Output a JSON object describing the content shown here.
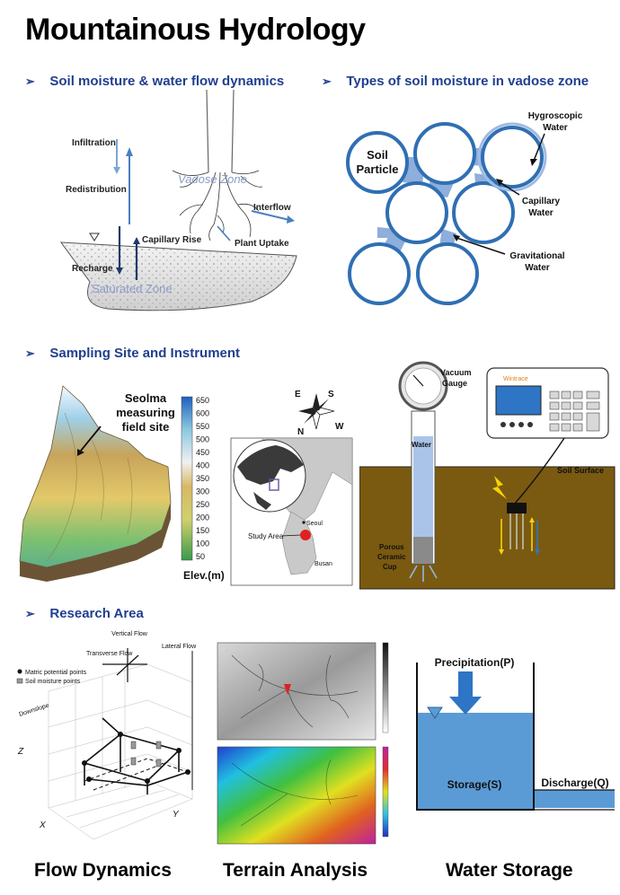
{
  "page": {
    "title": "Mountainous Hydrology",
    "section_arrow": "➢"
  },
  "sections": {
    "soil_flow": "Soil moisture & water flow dynamics",
    "soil_types": "Types of soil moisture in vadose zone",
    "sampling": "Sampling Site and Instrument",
    "research": "Research Area"
  },
  "soil_flow_diagram": {
    "infiltration": "Infiltration",
    "redistribution": "Redistribution",
    "vadose_zone": "Vadose Zone",
    "interflow": "Interflow",
    "capillary_rise": "Capillary Rise",
    "plant_uptake": "Plant Uptake",
    "recharge": "Recharge",
    "saturated_zone": "Saturated Zone"
  },
  "soil_types_diagram": {
    "soil_particle_line1": "Soil",
    "soil_particle_line2": "Particle",
    "hygroscopic_line1": "Hygroscopic",
    "hygroscopic_line2": "Water",
    "capillary_line1": "Capillary",
    "capillary_line2": "Water",
    "gravitational_line1": "Gravitational",
    "gravitational_line2": "Water"
  },
  "site_map": {
    "site_label_line1": "Seolma",
    "site_label_line2": "measuring",
    "site_label_line3": "field site",
    "elev_label": "Elev.(m)",
    "elev_ticks": [
      "650",
      "600",
      "550",
      "500",
      "450",
      "400",
      "350",
      "300",
      "250",
      "200",
      "150",
      "100",
      "50"
    ],
    "compass": [
      "E",
      "S",
      "N",
      "W"
    ],
    "study_area": "Study Area",
    "seoul": "Seoul",
    "busan": "Busan"
  },
  "instrument": {
    "vacuum_gauge_line1": "Vacuum",
    "vacuum_gauge_line2": "Gauge",
    "water": "Water",
    "porous_line1": "Porous",
    "porous_line2": "Ceramic",
    "porous_line3": "Cup",
    "soil_surface": "Soil Surface",
    "logger_brand": "Wintrace"
  },
  "flow_3d": {
    "legend_matric": "Matric potential points",
    "legend_soil": "Soil moisture points",
    "vertical_flow": "Vertical Flow",
    "transverse_flow": "Transverse Flow",
    "lateral_flow": "Lateral Flow",
    "downslope": "Downslope",
    "z_axis": "Z",
    "x_axis": "X",
    "y_axis": "Y"
  },
  "water_storage": {
    "precipitation": "Precipitation(P)",
    "storage": "Storage(S)",
    "discharge": "Discharge(Q)"
  },
  "bottom_labels": {
    "flow": "Flow Dynamics",
    "terrain": "Terrain Analysis",
    "storage": "Water Storage"
  },
  "colors": {
    "heading_blue": "#1f3f8f",
    "circle_blue": "#2f6fb3",
    "water_blue": "#8eaedb",
    "storage_blue": "#5b9bd5",
    "soil_brown": "#7a5a10"
  }
}
